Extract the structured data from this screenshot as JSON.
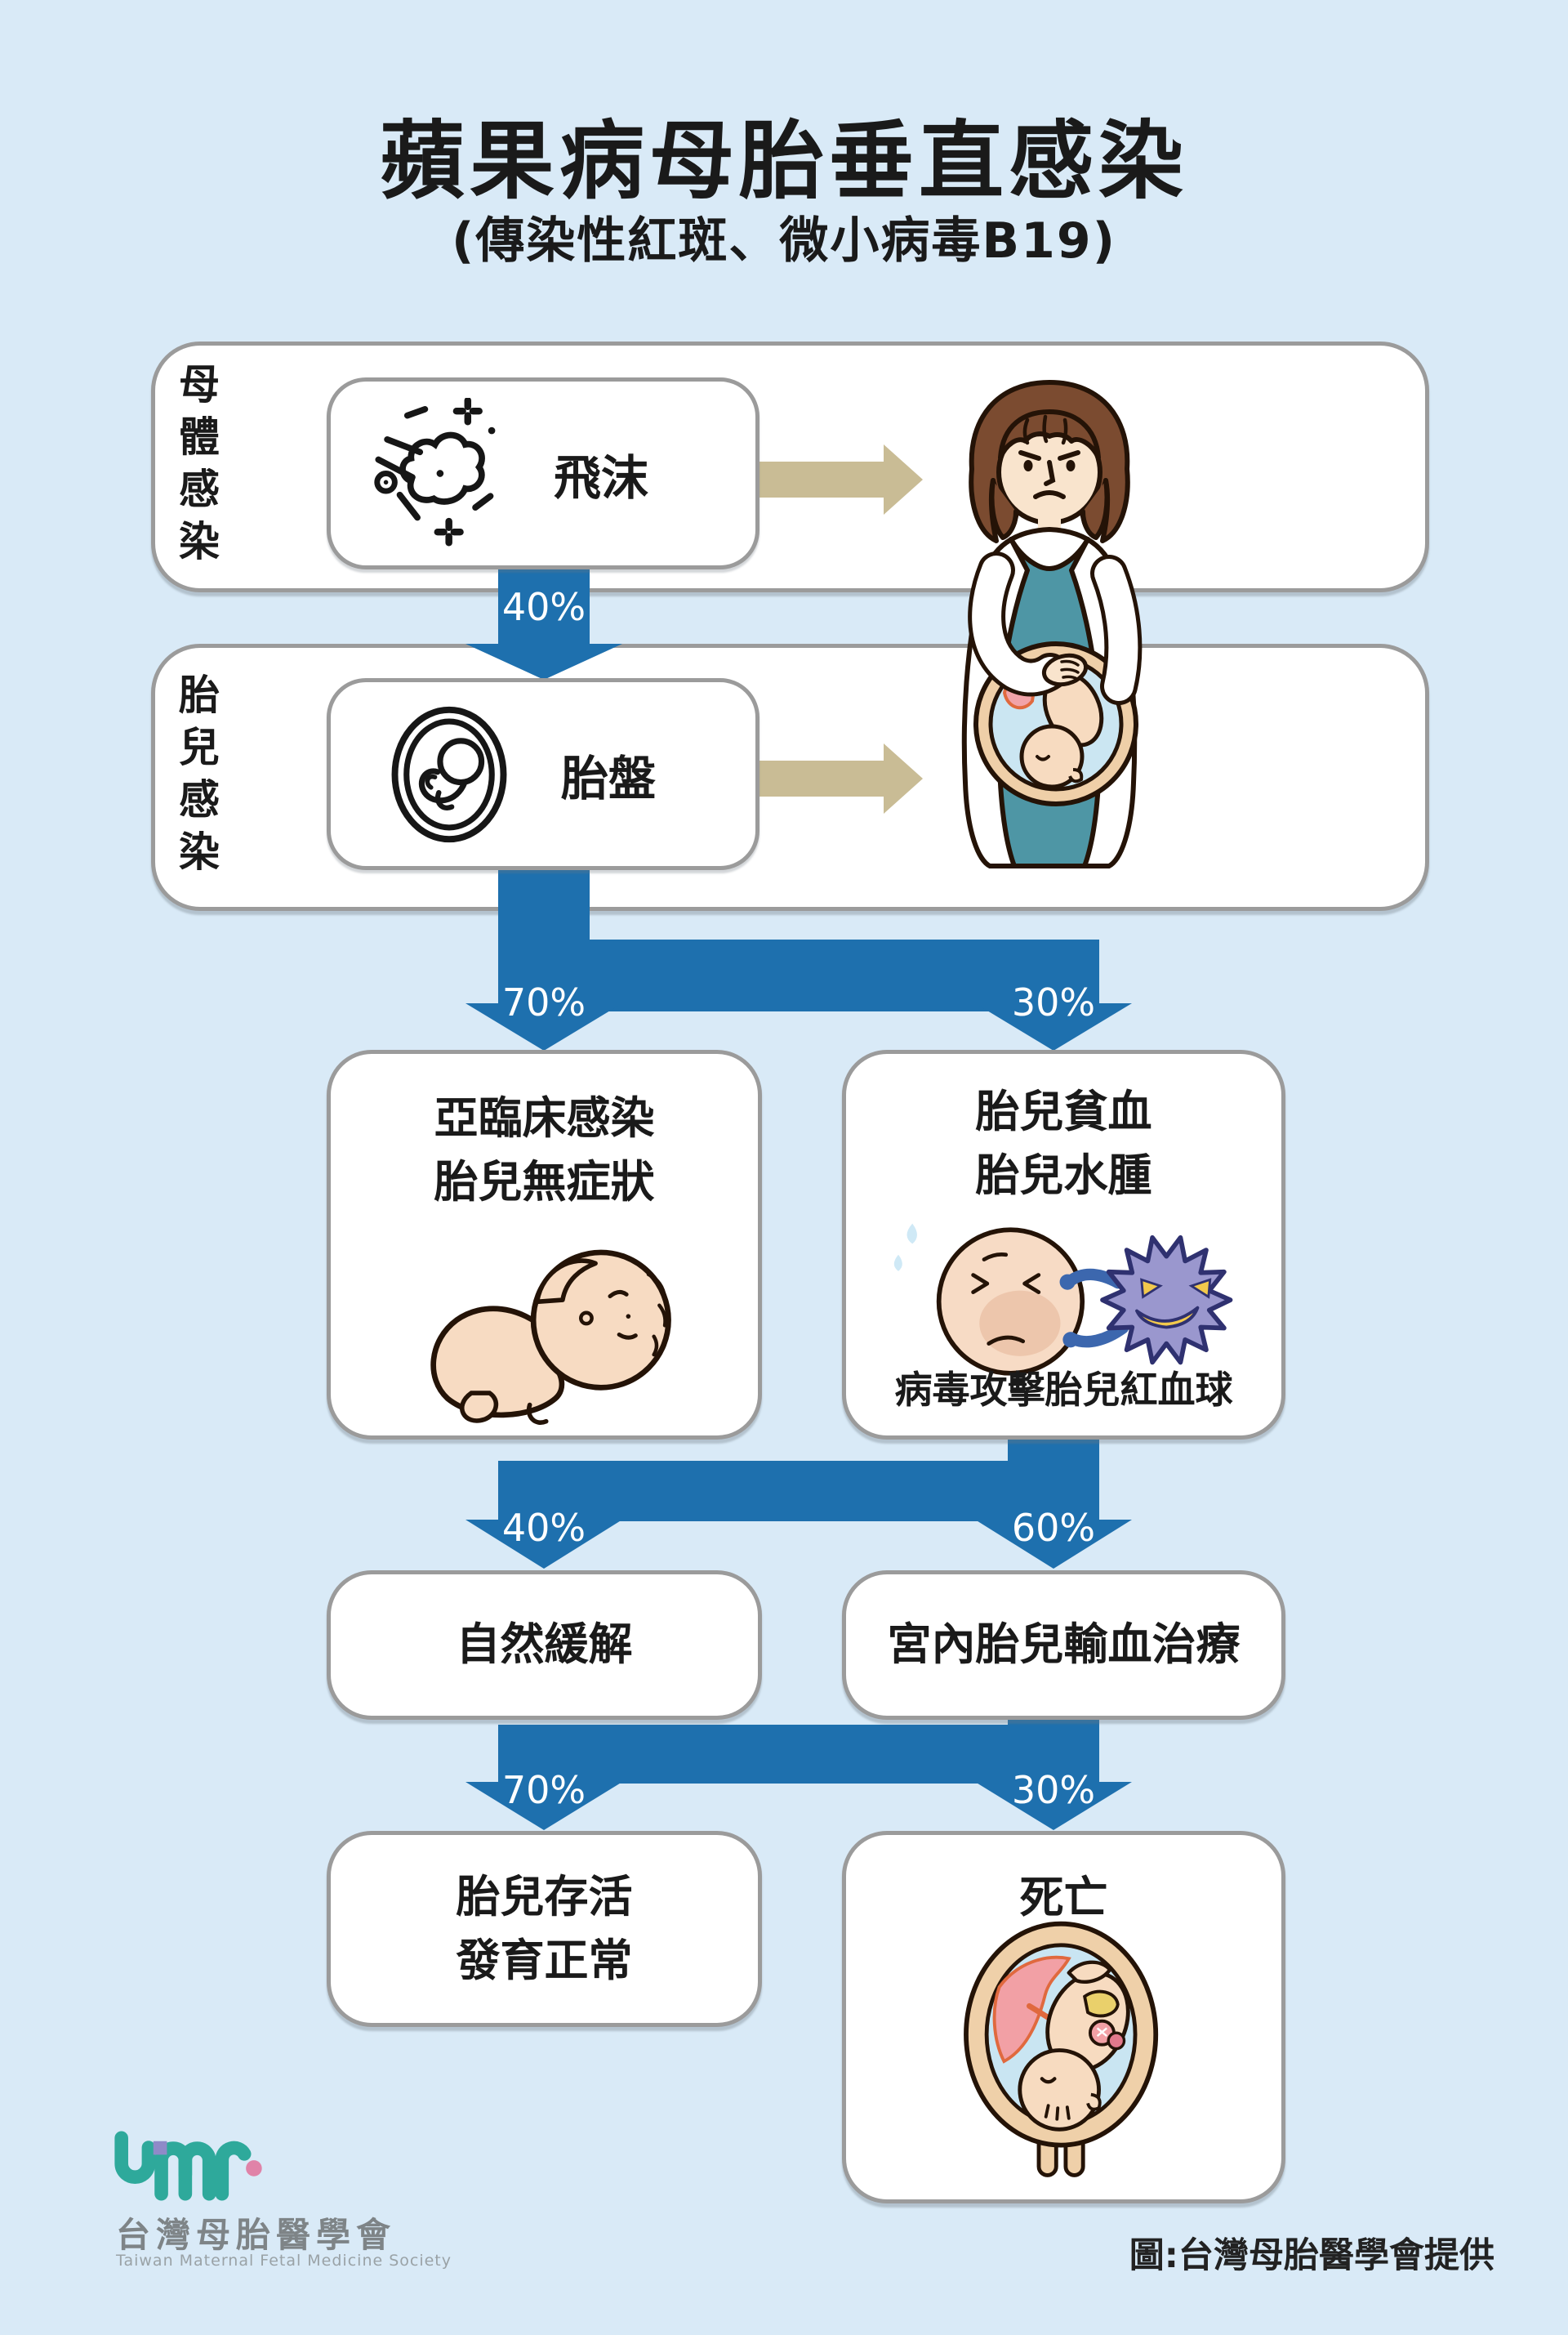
{
  "title": "蘋果病母胎垂直感染",
  "subtitle": "(傳染性紅斑、微小病毒B19)",
  "flow": {
    "maternal": {
      "side_label": "母體感染",
      "item": "飛沫"
    },
    "fetal": {
      "side_label": "胎兒感染",
      "item": "胎盤"
    },
    "pct": {
      "infection": "40%",
      "b1_left": "70%",
      "b1_right": "30%",
      "b2_left": "40%",
      "b2_right": "60%",
      "b3_left": "70%",
      "b3_right": "30%"
    },
    "subclinical": {
      "line1": "亞臨床感染",
      "line2": "胎兒無症狀"
    },
    "anemia": {
      "line1": "胎兒貧血",
      "line2": "胎兒水腫",
      "caption": "病毒攻擊胎兒紅血球"
    },
    "natural": "自然緩解",
    "transfusion": "宮內胎兒輸血治療",
    "survive": {
      "line1": "胎兒存活",
      "line2": "發育正常"
    },
    "death": "死亡"
  },
  "footer": {
    "org_name_zh": "台灣母胎醫學會",
    "org_name_en": "Taiwan Maternal Fetal Medicine Society",
    "credit": "圖:台灣母胎醫學會提供"
  },
  "colors": {
    "background": "#D9EAF7",
    "arrow_blue": "#1E70AE",
    "arrow_tan": "#C9BC95",
    "box_border": "#9B9B9B",
    "text": "#1A1A1A",
    "logo_teal": "#2EA99B",
    "logo_purple": "#8F8AC8",
    "logo_pink": "#E083A8"
  }
}
